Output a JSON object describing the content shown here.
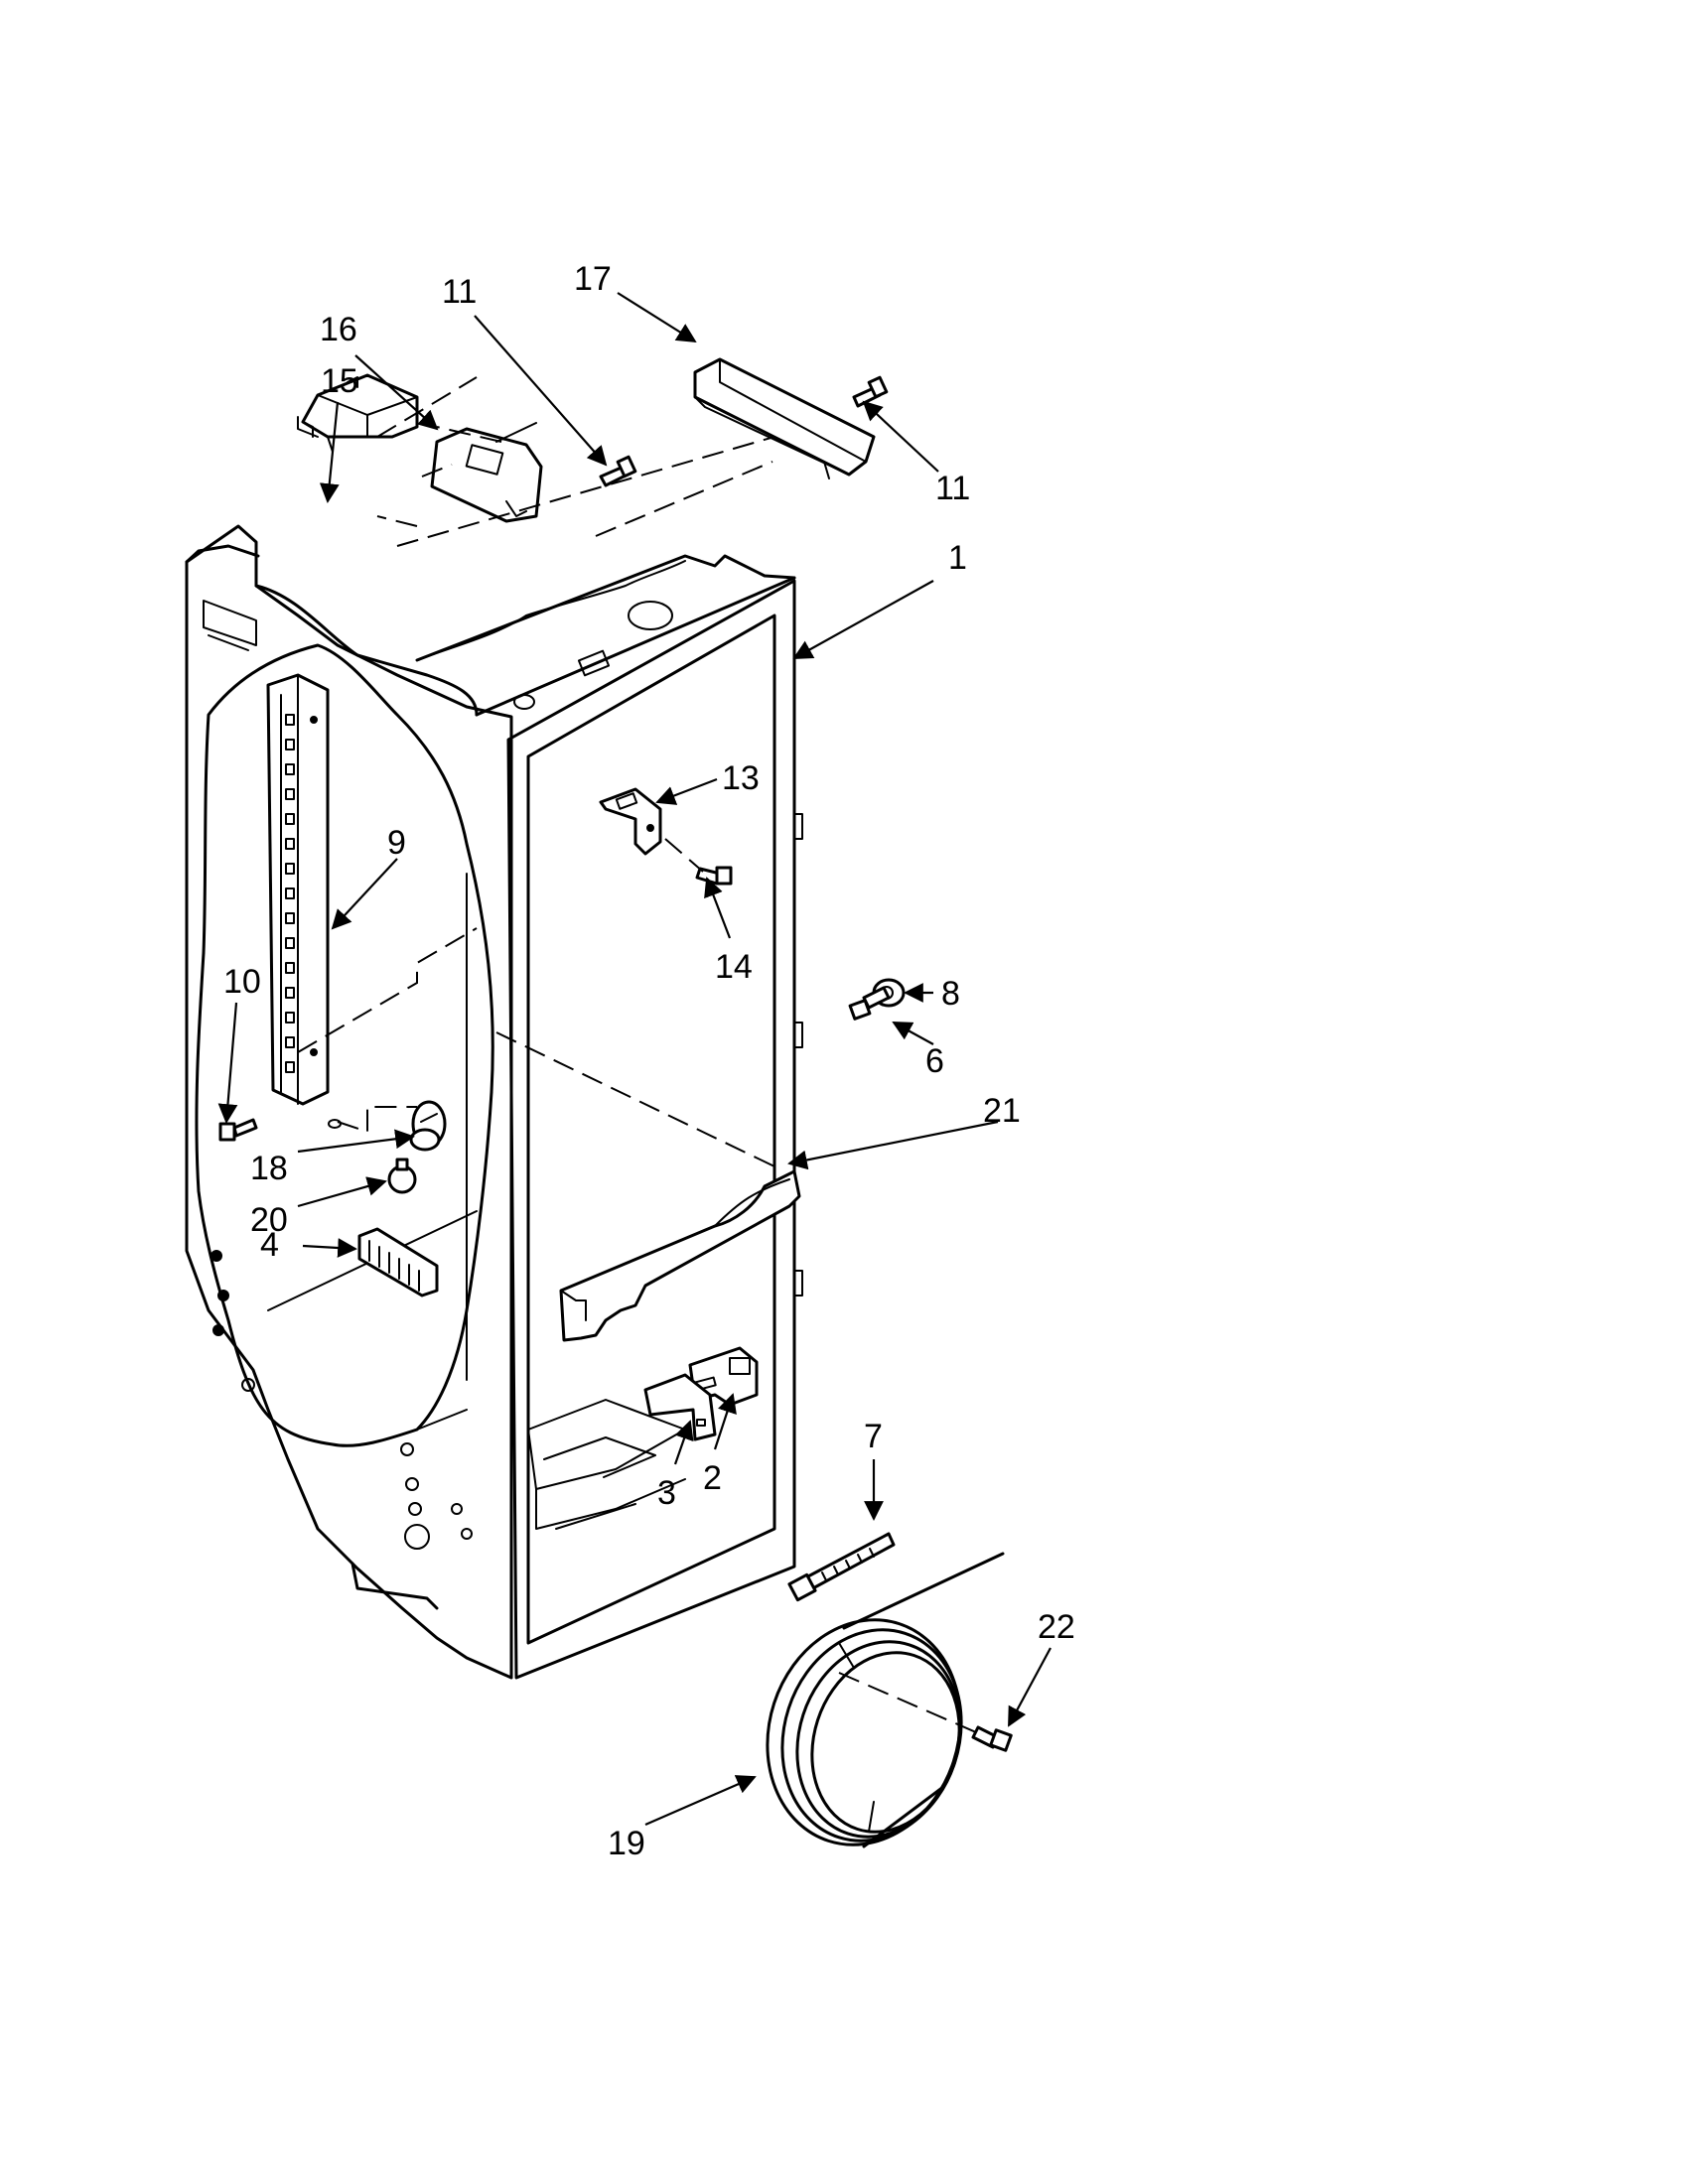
{
  "callouts": [
    {
      "id": "c1",
      "text": "1"
    },
    {
      "id": "c2",
      "text": "2"
    },
    {
      "id": "c3",
      "text": "3"
    },
    {
      "id": "c4",
      "text": "4"
    },
    {
      "id": "c6",
      "text": "6"
    },
    {
      "id": "c7",
      "text": "7"
    },
    {
      "id": "c8",
      "text": "8"
    },
    {
      "id": "c9",
      "text": "9"
    },
    {
      "id": "c10",
      "text": "10"
    },
    {
      "id": "c11a",
      "text": "11"
    },
    {
      "id": "c11b",
      "text": "11"
    },
    {
      "id": "c13",
      "text": "13"
    },
    {
      "id": "c14",
      "text": "14"
    },
    {
      "id": "c15",
      "text": "15"
    },
    {
      "id": "c16",
      "text": "16"
    },
    {
      "id": "c17",
      "text": "17"
    },
    {
      "id": "c18",
      "text": "18"
    },
    {
      "id": "c19",
      "text": "19"
    },
    {
      "id": "c20",
      "text": "20"
    },
    {
      "id": "c21",
      "text": "21"
    },
    {
      "id": "c22",
      "text": "22"
    }
  ]
}
